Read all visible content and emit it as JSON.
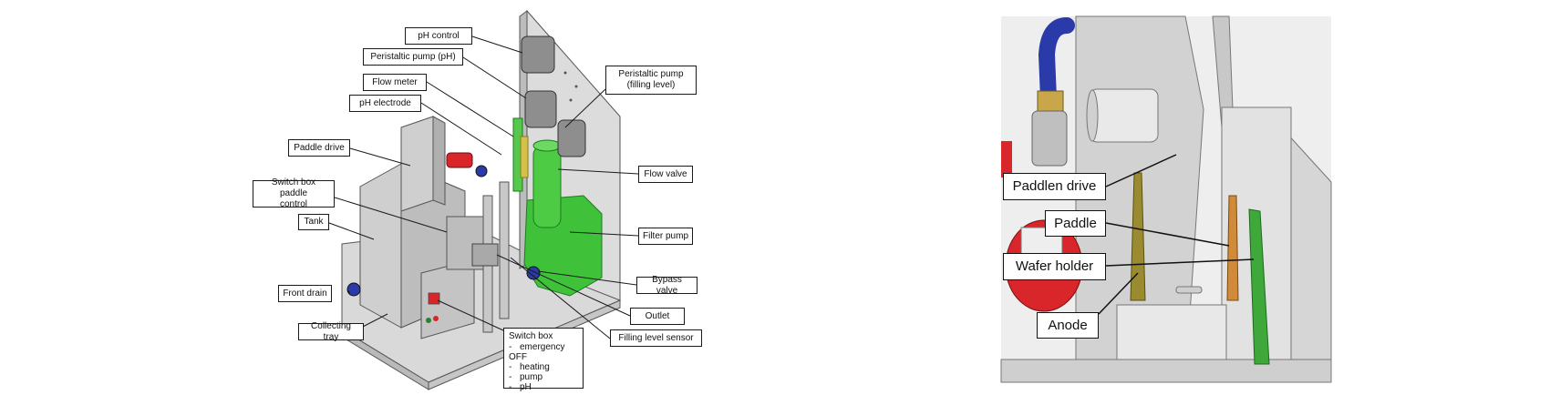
{
  "left_figure": {
    "labels": {
      "ph_control": "pH control",
      "peristaltic_pump_ph": "Peristaltic pump (pH)",
      "flow_meter": "Flow meter",
      "ph_electrode": "pH electrode",
      "peristaltic_pump_filling_1": "Peristaltic pump",
      "peristaltic_pump_filling_2": "(filling level)",
      "paddle_drive": "Paddle drive",
      "switch_box_paddle_1": "Switch box paddle",
      "switch_box_paddle_2": "control",
      "tank": "Tank",
      "flow_valve": "Flow valve",
      "filter_pump": "Filter pump",
      "bypass_valve": "Bypass valve",
      "front_drain": "Front drain",
      "outlet": "Outlet",
      "collecting_tray": "Collecting tray",
      "filling_level_sensor": "Filling level sensor",
      "switch_box_title": "Switch box",
      "switch_box_items": [
        "emergency OFF",
        "heating",
        "pump",
        "pH"
      ]
    }
  },
  "right_figure": {
    "labels": {
      "paddlen_drive": "Paddlen drive",
      "paddle": "Paddle",
      "wafer_holder": "Wafer holder",
      "anode": "Anode"
    }
  },
  "colors": {
    "machine_grey": "#d4d4d4",
    "pump_green": "#3fc23a",
    "valve_blue": "#2a3aa8",
    "accent_red": "#d8262a",
    "brass": "#c9a64a"
  }
}
